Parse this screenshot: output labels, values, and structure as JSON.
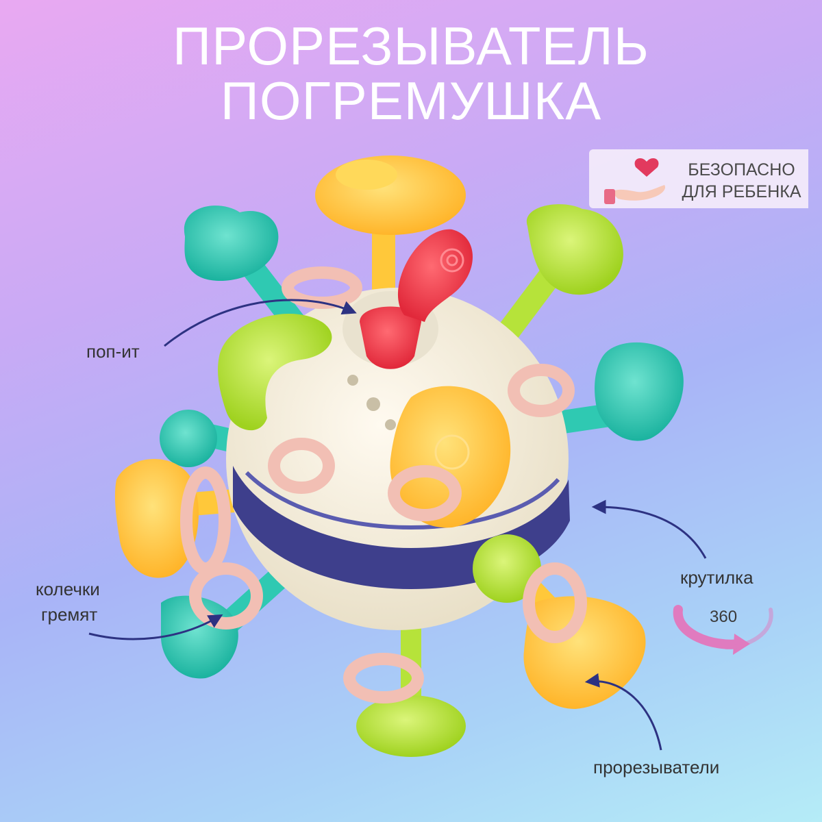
{
  "header": {
    "title_line1": "ПРОРЕЗЫВАТЕЛЬ",
    "title_line2": "ПОГРЕМУШКА"
  },
  "badge": {
    "line1": "БЕЗОПАСНО",
    "line2": "ДЛЯ РЕБЕНКА",
    "icon": "heart-hand-icon"
  },
  "callouts": {
    "pop_it": "поп-ит",
    "rings_line1": "колечки",
    "rings_line2": "гремят",
    "spinner": "крутилка",
    "rotation": "360",
    "teethers": "прорезыватели"
  },
  "colors": {
    "arrow": "#2d3282",
    "rotation_arrow": "#e07bbf",
    "teal": "#2fc9b2",
    "lime": "#b6e33a",
    "yellow": "#ffc83a",
    "red": "#f23a4a",
    "pink": "#f2bfb4",
    "navy_band": "#3e3f8c",
    "cream": "#f2ecdc"
  }
}
